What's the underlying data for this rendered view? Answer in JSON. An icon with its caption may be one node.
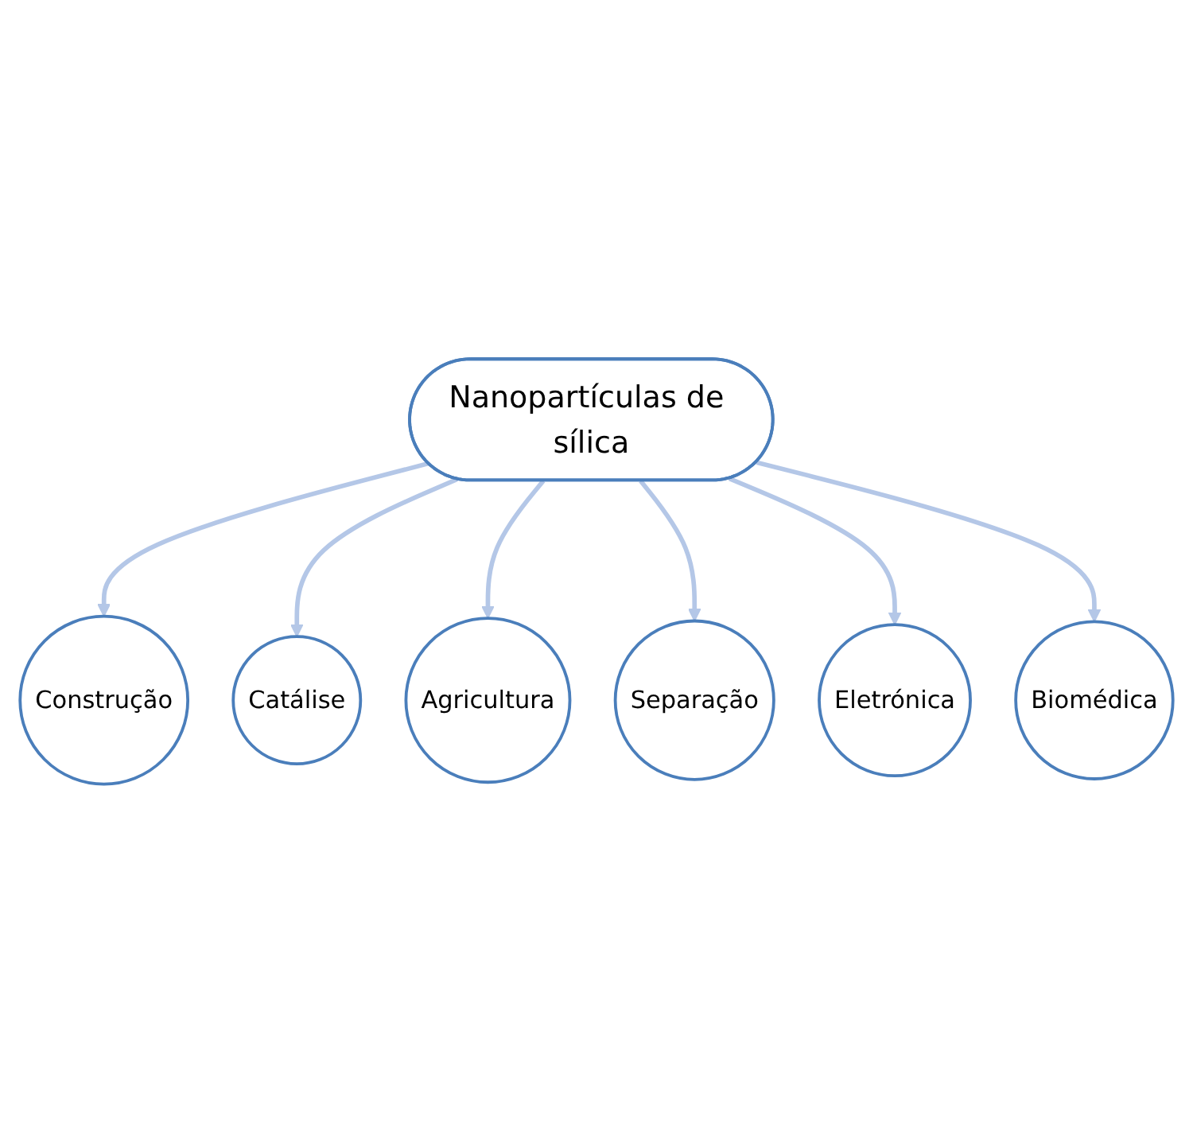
{
  "diagram": {
    "nodes": [
      {
        "text": [
          "Nanopartículas de sílica"
        ]
      },
      {
        "text": [
          "Construção"
        ]
      },
      {
        "text": [
          "Catálise"
        ]
      },
      {
        "text": [
          "Agricultura"
        ]
      },
      {
        "text": [
          "Separação"
        ]
      },
      {
        "text": [
          "Eletrónica"
        ]
      },
      {
        "text": [
          "Biomédica"
        ]
      }
    ],
    "edges": [
      {
        "from": 0,
        "to": 1,
        "arrow": "to"
      },
      {
        "from": 0,
        "to": 2,
        "arrow": "to"
      },
      {
        "from": 0,
        "to": 3,
        "arrow": "to"
      },
      {
        "from": 0,
        "to": 4,
        "arrow": "to"
      },
      {
        "from": 0,
        "to": 5,
        "arrow": "to"
      },
      {
        "from": 0,
        "to": 6,
        "arrow": "to"
      }
    ]
  }
}
